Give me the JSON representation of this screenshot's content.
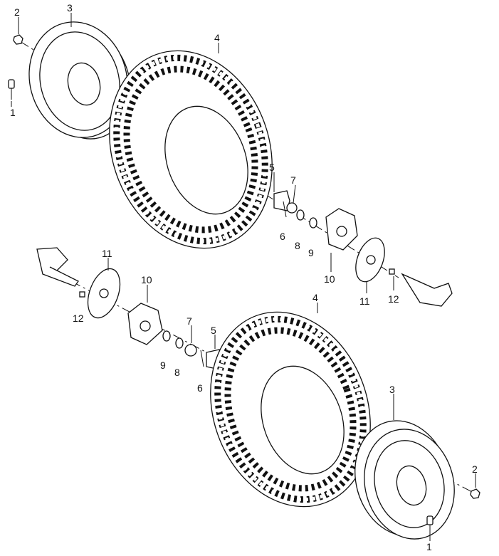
{
  "diagram": {
    "title": "Front wheel assembly exploded view",
    "callouts_top": [
      "2",
      "3",
      "1",
      "4",
      "5",
      "7",
      "6",
      "8",
      "9",
      "10",
      "11",
      "12"
    ],
    "callouts_bottom": [
      "11",
      "10",
      "12",
      "7",
      "5",
      "9",
      "8",
      "6",
      "4",
      "3",
      "2",
      "1"
    ]
  }
}
